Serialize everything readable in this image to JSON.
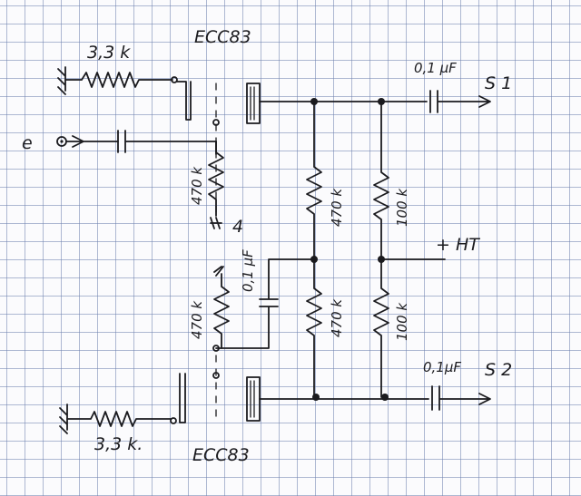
{
  "diagram": {
    "tube_top_label": "ECC83",
    "tube_bottom_label": "ECC83",
    "input_label": "e",
    "r_grid_top": "3,3 k",
    "r_grid_bottom": "3,3 k.",
    "r_cathode_top": "470 k",
    "r_cathode_bottom": "470 k",
    "r_anode_top": "470 k",
    "r_anode_bottom": "470 k",
    "r_divider_top": "100 k",
    "r_divider_bottom": "100 k",
    "c_bypass": "0,1 µF",
    "c_out_top": "0,1 µF",
    "c_out_bottom": "0,1µF",
    "ht_label": "+ HT",
    "out_top_label": "S 1",
    "out_bottom_label": "S 2"
  }
}
